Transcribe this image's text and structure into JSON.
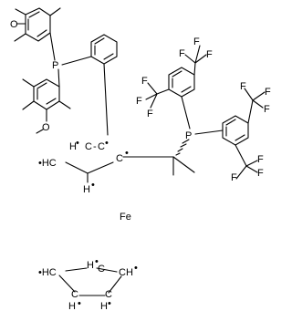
{
  "colors": {
    "ink": "#000000",
    "background": "#ffffff"
  },
  "molecule": {
    "atoms": {
      "methoxy_top_O": "O",
      "methoxy_bottom_O": "O",
      "phosphorus_left": "P",
      "phosphorus_right": "P",
      "iron": "Fe"
    },
    "cf3_groups": [
      {
        "f1": "F",
        "f2": "F",
        "f3": "F"
      },
      {
        "f1": "F",
        "f2": "F",
        "f3": "F"
      },
      {
        "f1": "F",
        "f2": "F",
        "f3": "F"
      },
      {
        "f1": "F",
        "f2": "F",
        "f3": "F"
      }
    ],
    "ring_top": {
      "left_ch": "•HC",
      "top_h": "H",
      "top_c": "C",
      "top_dash": "-",
      "top_c2": "C",
      "right_c": "C",
      "bottom_h": "H",
      "dot": "•"
    },
    "ring_bottom": {
      "left_ch": "•HC",
      "top_h": "H",
      "top_c": "C",
      "right_ch": "CH",
      "bottom_left_c": "C",
      "bottom_left_h": "H",
      "bottom_right_c": "C",
      "bottom_right_h": "H",
      "dot": "•"
    }
  }
}
